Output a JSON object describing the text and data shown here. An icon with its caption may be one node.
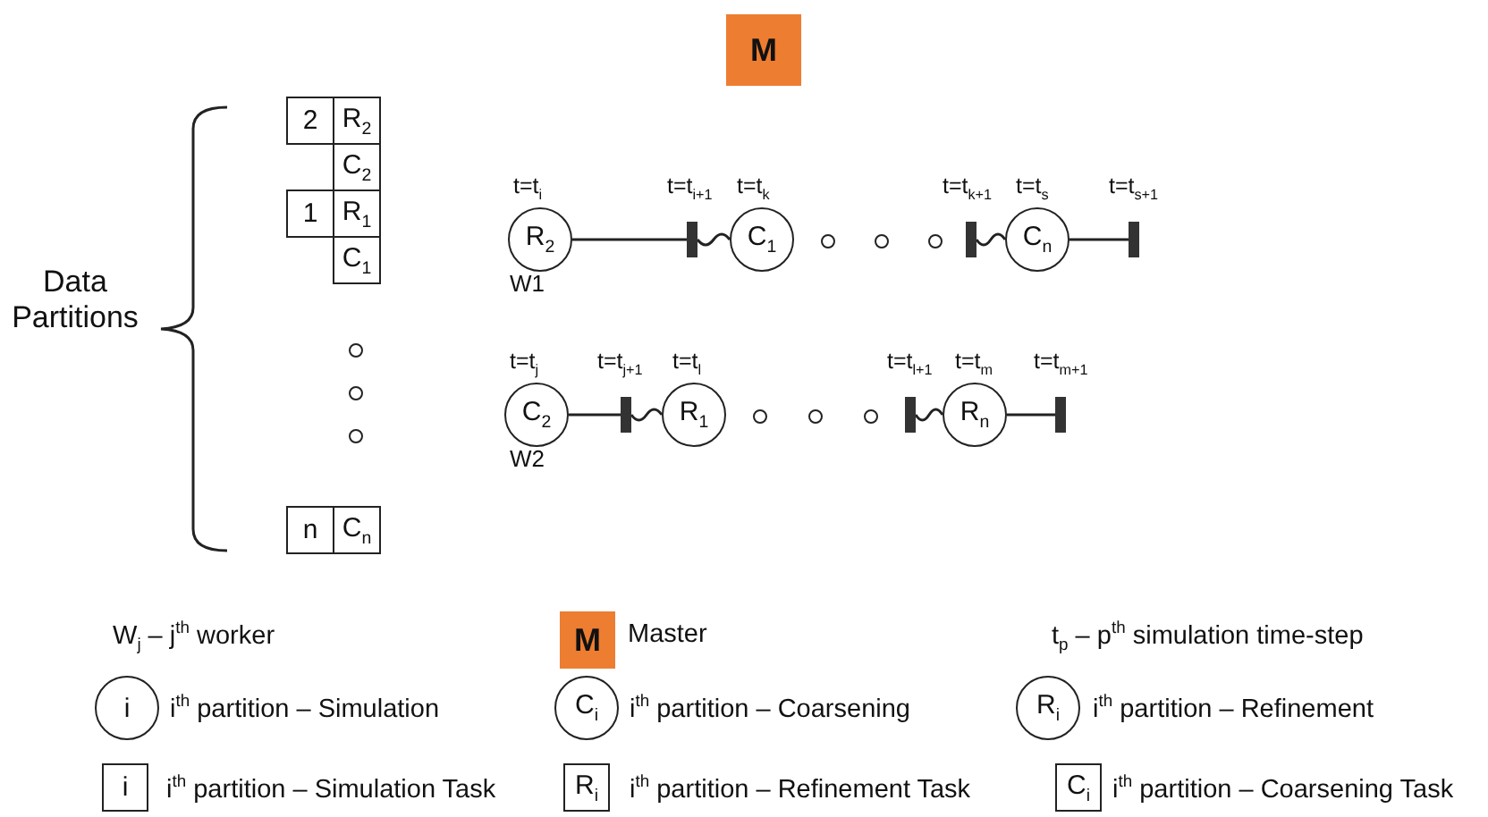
{
  "diagram": {
    "nodes": [
      {
        "text": [
          "M"
        ]
      },
      {
        "text": [
          "2"
        ]
      },
      {
        "text": [
          "R$_{2}$"
        ]
      },
      {
        "text": [
          "C$_{2}$"
        ]
      },
      {
        "text": [
          "1"
        ]
      },
      {
        "text": [
          "R$_{1}$"
        ]
      },
      {
        "text": [
          "C$_{1}$"
        ]
      },
      {
        "text": [
          "n"
        ]
      },
      {
        "text": [
          "C$_{n}$"
        ]
      },
      {
        "text": [
          "R$_{2}$"
        ],
        "beside": [
          "t=t$_{i}$",
          "W1"
        ]
      },
      {
        "text": [],
        "shape": "bar",
        "beside": [
          "t=t$_{i+1}$"
        ]
      },
      {
        "text": [
          "C$_{1}$"
        ],
        "beside": [
          "t=t$_{k}$"
        ]
      },
      {
        "text": [],
        "shape": "bar",
        "beside": [
          "t=t$_{k+1}$"
        ]
      },
      {
        "text": [
          "C$_{n}$"
        ],
        "beside": [
          "t=t$_{s}$"
        ]
      },
      {
        "text": [],
        "shape": "bar",
        "beside": [
          "t=t$_{s+1}$"
        ]
      },
      {
        "text": [
          "C$_{2}$"
        ],
        "beside": [
          "t=t$_{j}$",
          "W2"
        ]
      },
      {
        "text": [],
        "shape": "bar",
        "beside": [
          "t=t$_{j+1}$"
        ]
      },
      {
        "text": [
          "R$_{1}$"
        ],
        "beside": [
          "t=t$_{l}$"
        ]
      },
      {
        "text": [],
        "shape": "bar",
        "beside": [
          "t=t$_{l+1}$"
        ]
      },
      {
        "text": [
          "R$_{n}$"
        ],
        "beside": [
          "t=t$_{m}$"
        ]
      },
      {
        "text": [],
        "shape": "bar",
        "beside": [
          "t=t$_{m+1}$"
        ]
      },
      {
        "text": [
          "M"
        ],
        "beside": [
          "Master"
        ]
      },
      {
        "text": [
          "i"
        ],
        "beside": [
          "i$^{th}$ partition – Simulation"
        ]
      },
      {
        "text": [
          "C$_{i}$"
        ],
        "beside": [
          "i$^{th}$ partition – Coarsening"
        ]
      },
      {
        "text": [
          "R$_{i}$"
        ],
        "beside": [
          "i$^{th}$ partition – Refinement"
        ]
      },
      {
        "text": [
          "i"
        ],
        "beside": [
          "i$^{th}$ partition – Simulation Task"
        ]
      },
      {
        "text": [
          "R$_{i}$"
        ],
        "beside": [
          "i$^{th}$ partition – Refinement Task"
        ]
      },
      {
        "text": [
          "C$_{i}$"
        ],
        "beside": [
          "i$^{th}$ partition – Coarsening Task"
        ]
      }
    ],
    "edges": [
      {
        "from": 9,
        "to": 10,
        "arrow": "none"
      },
      {
        "from": 10,
        "to": 11,
        "arrow": "none"
      },
      {
        "from": 12,
        "to": 13,
        "arrow": "none"
      },
      {
        "from": 13,
        "to": 14,
        "arrow": "none"
      },
      {
        "from": 15,
        "to": 16,
        "arrow": "none"
      },
      {
        "from": 16,
        "to": 17,
        "arrow": "none"
      },
      {
        "from": 18,
        "to": 19,
        "arrow": "none"
      },
      {
        "from": 19,
        "to": 20,
        "arrow": "none"
      }
    ],
    "labels": [
      "Data Partitions",
      "W$_{j}$ – j$^{th}$ worker",
      "t$_{p}$ – p$^{th}$ simulation time-step"
    ]
  }
}
